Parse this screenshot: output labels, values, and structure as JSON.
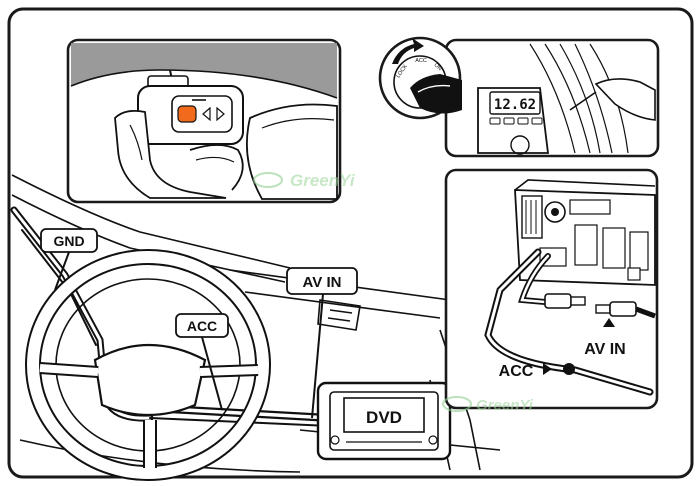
{
  "labels": {
    "gnd": "GND",
    "av_in_main": "AV IN",
    "acc_main": "ACC",
    "dvd": "DVD",
    "acc_inset": "ACC",
    "av_in_inset": "AV IN"
  },
  "meter": {
    "reading": "12.62",
    "key_switch": [
      "LOCK",
      "ACC",
      "ON"
    ]
  },
  "watermark": {
    "brand": "GreenYi"
  },
  "colors": {
    "outline": "#111111",
    "panel_border": "#1a1a1a",
    "shade": "#9a9a9a",
    "orange_button": "#f26b1d",
    "watermark": "#8fce8f"
  }
}
